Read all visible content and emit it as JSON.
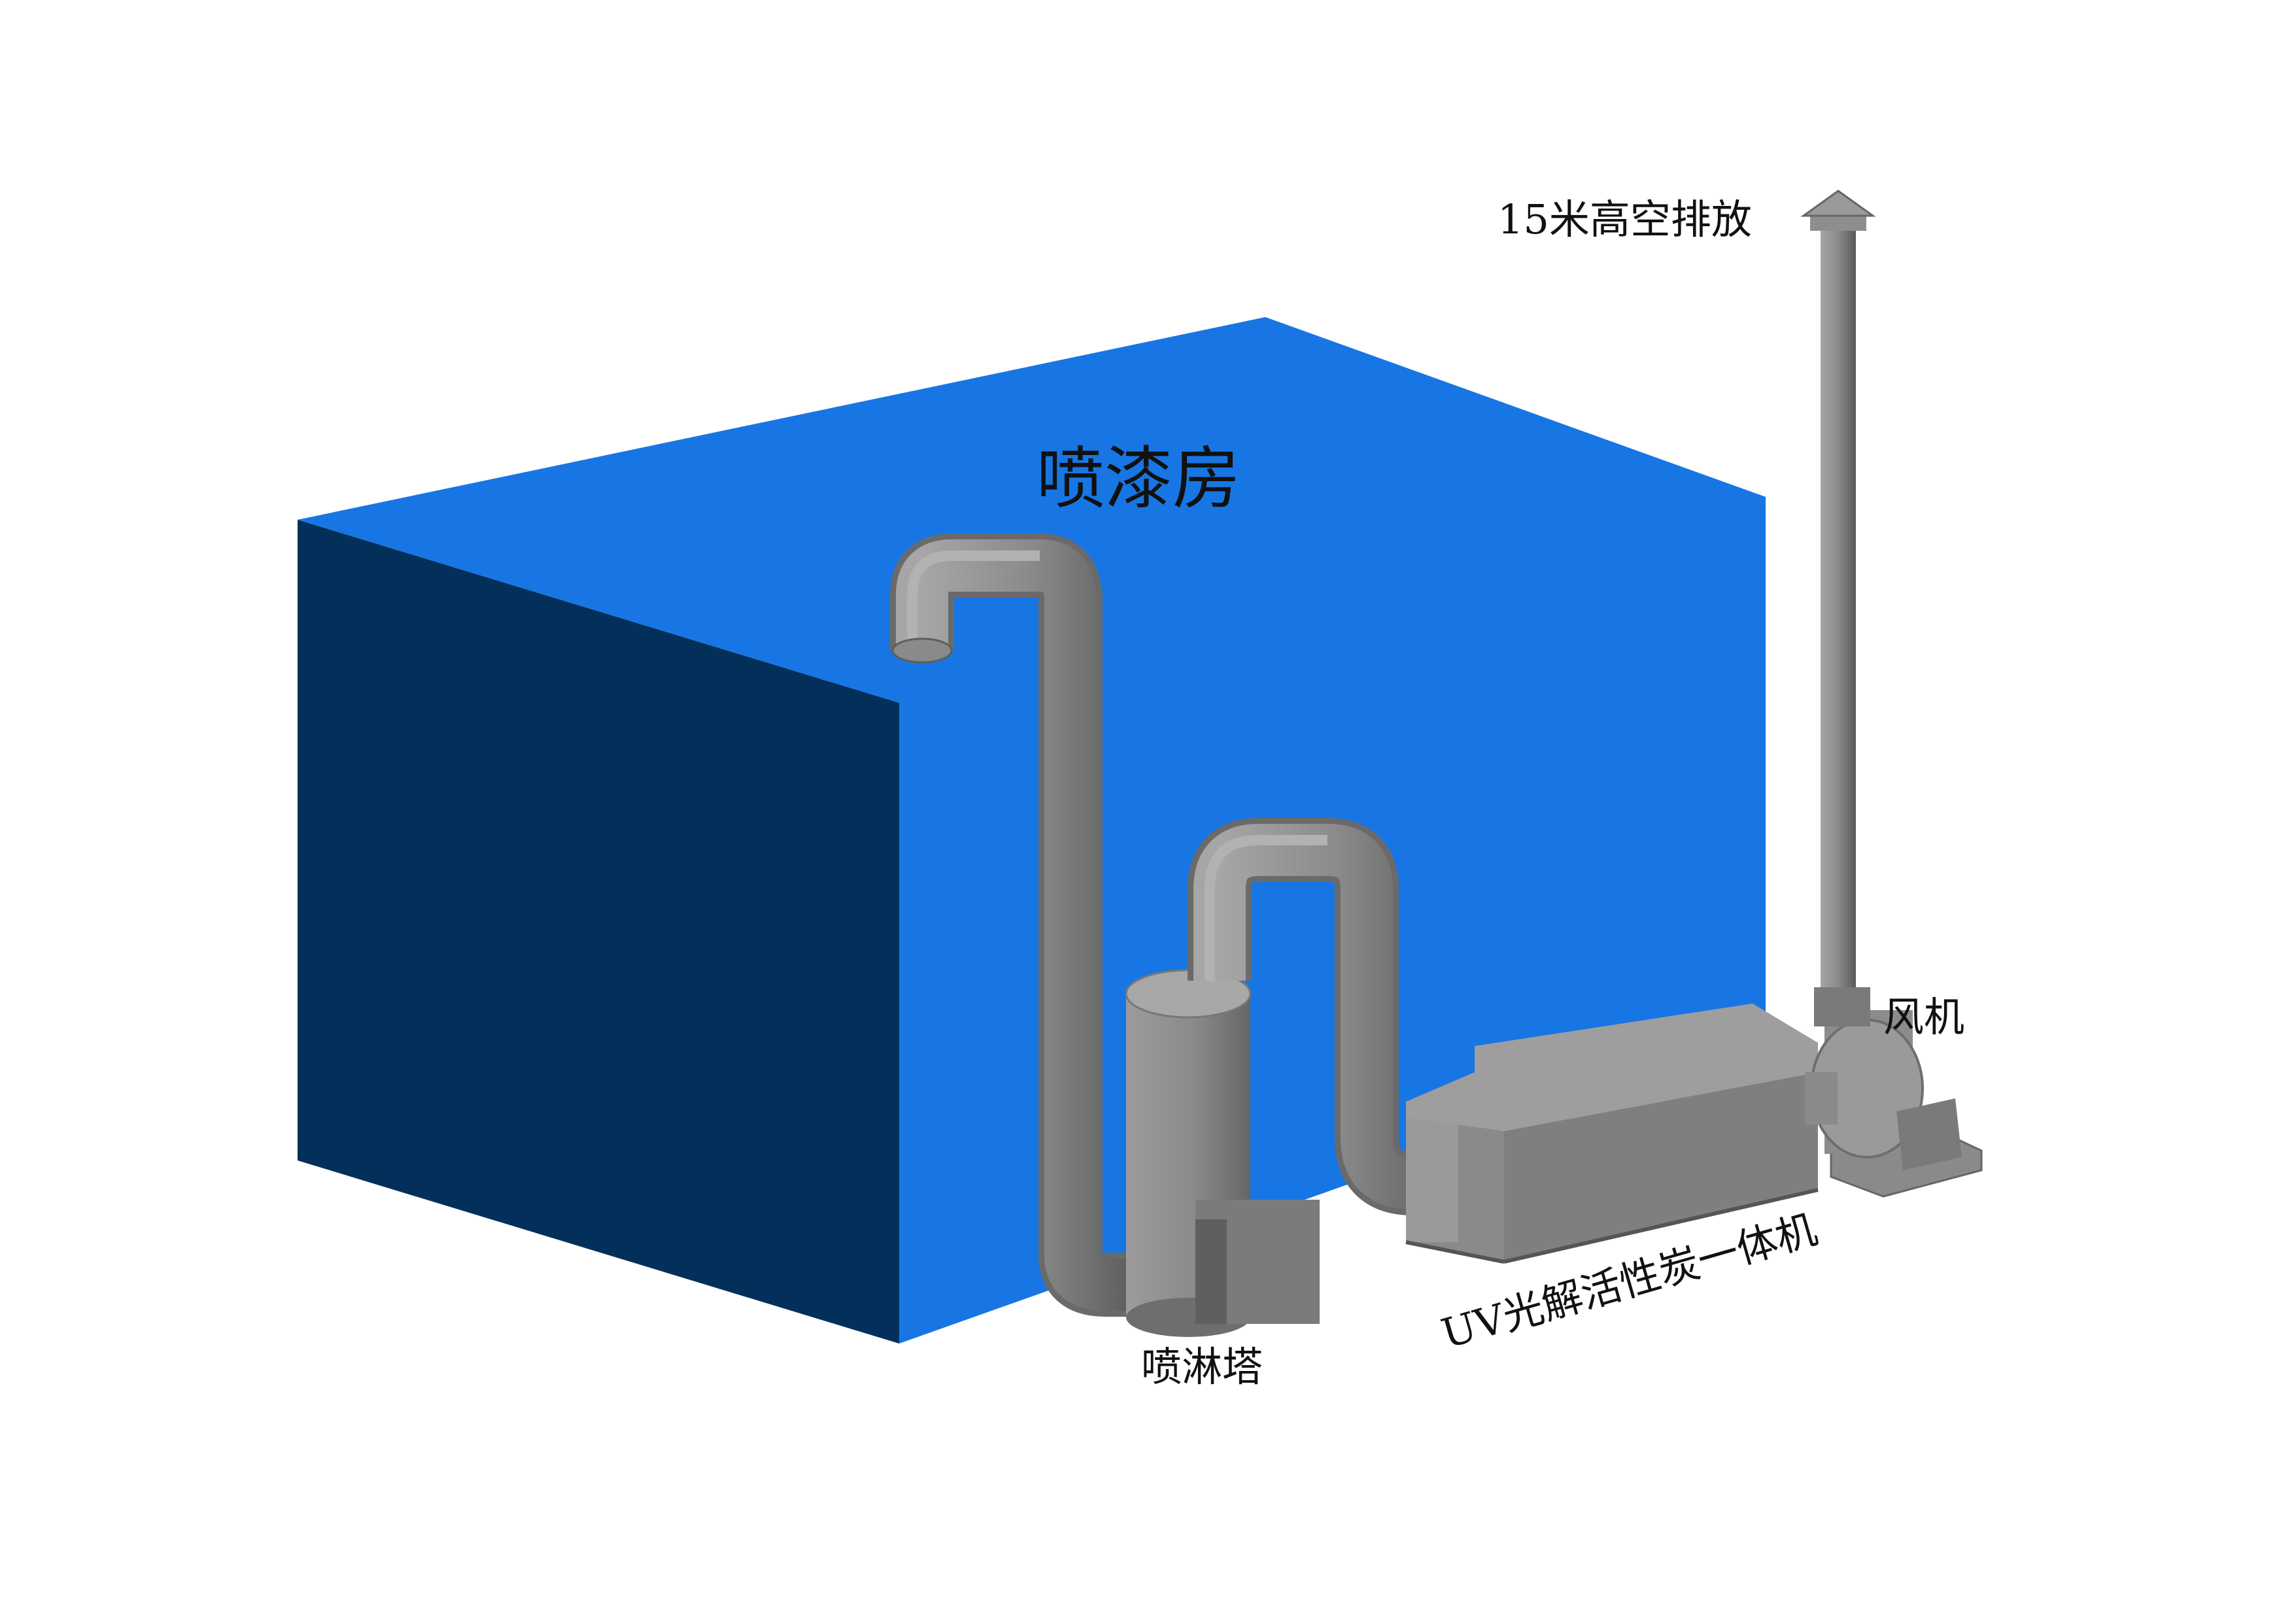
{
  "labels": {
    "room": "喷漆房",
    "stack": "15米高空排放",
    "fan": "风机",
    "tower": "喷淋塔",
    "uv_unit": "UV光解活性炭一体机"
  },
  "colors": {
    "room_front": "#03305a",
    "room_side": "#1776e4",
    "equipment": "#8c8c8c",
    "equipment_dark": "#6e6e6e",
    "equipment_light": "#a8a8a8"
  }
}
